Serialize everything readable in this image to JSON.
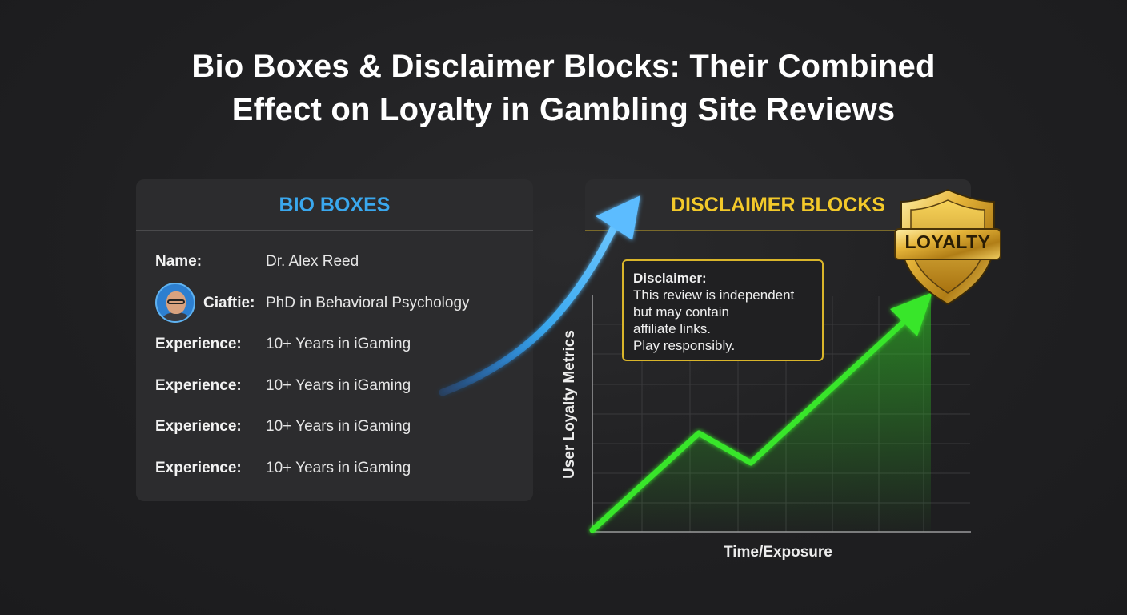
{
  "title_line1": "Bio Boxes & Disclaimer Blocks: Their Combined",
  "title_line2": "Effect on Loyalty in Gambling Site Reviews",
  "bio": {
    "heading": "BIO BOXES",
    "rows": [
      {
        "label": "Name:",
        "value": "Dr. Alex Reed"
      },
      {
        "label": "Ciaftie:",
        "value": "PhD in Behavioral Psychology"
      },
      {
        "label": "Experience:",
        "value": "10+ Years in iGaming"
      },
      {
        "label": "Experience:",
        "value": "10+ Years in iGaming"
      },
      {
        "label": "Experience:",
        "value": "10+ Years in iGaming"
      },
      {
        "label": "Experience:",
        "value": "10+ Years in iGaming"
      }
    ]
  },
  "disclaimer_section": {
    "heading": "DISCLAIMER BLOCKS",
    "box_title": "Disclaimer:",
    "box_lines": [
      "This review is independent",
      "but may contain",
      "affiliate links.",
      "Play responsibly."
    ]
  },
  "badge": {
    "text": "LOYALTY",
    "icon": "shield-icon"
  },
  "chart": {
    "ylabel": "User Loyalty Metrics",
    "xlabel": "Time/Exposure",
    "line_color": "#39e62a"
  },
  "colors": {
    "bio_accent": "#3aa8ee",
    "disclaimer_accent": "#f3c92a",
    "shield_gold": "#d9a62a"
  }
}
